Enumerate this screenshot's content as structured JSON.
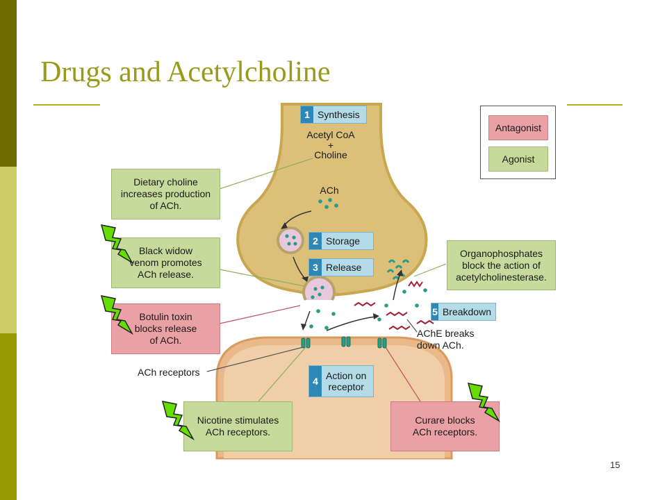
{
  "slide": {
    "title": "Drugs and Acetylcholine",
    "page_number": "15",
    "colors": {
      "accent": "#99991a",
      "sidebar_dark": "#6b6b00",
      "sidebar_light": "#cccc66",
      "sidebar_mid": "#999900"
    }
  },
  "legend": {
    "antagonist": "Antagonist",
    "agonist": "Agonist"
  },
  "steps": {
    "synthesis": {
      "num": "1",
      "label": "Synthesis"
    },
    "storage": {
      "num": "2",
      "label": "Storage"
    },
    "release": {
      "num": "3",
      "label": "Release"
    },
    "action": {
      "num": "4",
      "label_line1": "Action on",
      "label_line2": "receptor"
    },
    "breakdown": {
      "num": "5",
      "label": "Breakdown"
    }
  },
  "labels": {
    "acetyl_coa": "Acetyl CoA",
    "plus": "+",
    "choline": "Choline",
    "ach": "ACh",
    "ach_receptors": "ACh receptors",
    "ache_line1": "AChE breaks",
    "ache_line2": "down ACh."
  },
  "drug_boxes": {
    "dietary": {
      "type": "agonist",
      "line1": "Dietary choline",
      "line2": "increases production",
      "line3": "of ACh."
    },
    "black_widow": {
      "type": "agonist",
      "line1": "Black widow",
      "line2": "venom promotes",
      "line3": "ACh release."
    },
    "botulin": {
      "type": "antagonist",
      "line1": "Botulin toxin",
      "line2": "blocks release",
      "line3": "of ACh."
    },
    "organophosphates": {
      "type": "agonist",
      "line1": "Organophosphates",
      "line2": "block the action of",
      "line3": "acetylcholinesterase."
    },
    "nicotine": {
      "type": "agonist",
      "line1": "Nicotine stimulates",
      "line2": "ACh receptors."
    },
    "curare": {
      "type": "antagonist",
      "line1": "Curare blocks",
      "line2": "ACh receptors."
    }
  },
  "icons": {
    "lightning": "lightning-bolt-icon"
  }
}
